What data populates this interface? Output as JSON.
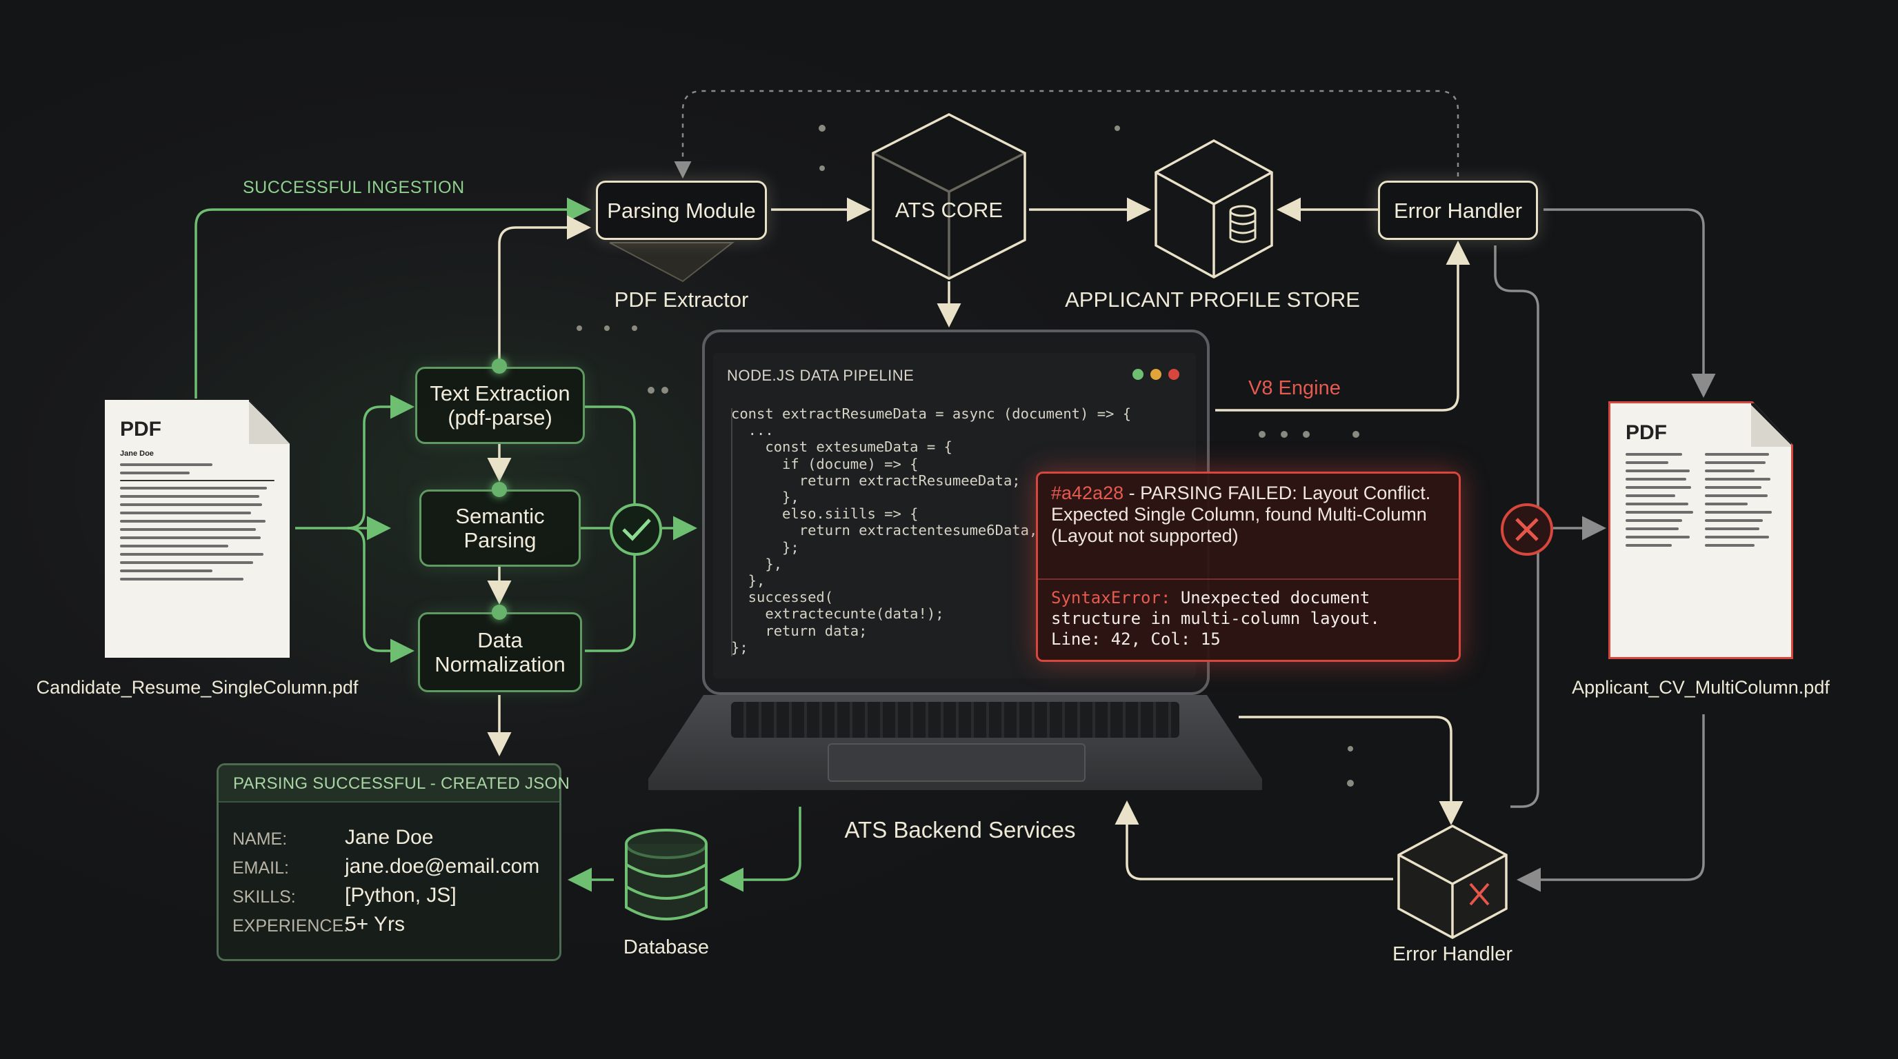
{
  "colors": {
    "success": "#6fbf73",
    "error": "#d8473d",
    "node_border": "#e9e2c8",
    "background": "#18191b"
  },
  "left_file": {
    "badge": "PDF",
    "filename": "Candidate_Resume_SingleColumn.pdf",
    "name_line": "Jane Doe"
  },
  "right_file": {
    "badge": "PDF",
    "filename": "Applicant_CV_MultiColumn.pdf"
  },
  "flow": {
    "successful_ingestion": "SUCCESSFUL INGESTION",
    "parsing_module": "Parsing Module",
    "pdf_extractor": "PDF Extractor",
    "ats_core": "ATS CORE",
    "profile_store": "APPLICANT PROFILE STORE",
    "error_handler_top": "Error Handler",
    "v8_engine": "V8 Engine",
    "text_extraction": [
      "Text Extraction",
      "(pdf-parse)"
    ],
    "semantic_parsing": [
      "Semantic",
      "Parsing"
    ],
    "data_normalization": [
      "Data",
      "Normalization"
    ],
    "backend_services": "ATS Backend Services",
    "database": "Database",
    "error_handler_bottom": "Error Handler",
    "success_icon": "check-circle-icon",
    "fail_icon": "x-circle-icon"
  },
  "terminal": {
    "title": "NODE.JS DATA PIPELINE",
    "lines": [
      "const extractResumeData = async (document) => {",
      "  ...",
      "    const extesumeData = {",
      "      if (docume) => {",
      "        return extractResumeeData;",
      "      },",
      "      elso.siills => {",
      "        return extractentesume6Data,",
      "      };",
      "    },",
      "  },",
      "  successed(",
      "    extractecunte(data!);",
      "    return data;",
      "};"
    ]
  },
  "error_popup": {
    "code": "#a42a28",
    "message": "- PARSING FAILED: Layout Conflict. Expected Single Column, found Multi-Column (Layout not supported)",
    "syntax_label": "SyntaxError:",
    "syntax_line1": " Unexpected document",
    "syntax_line2": "structure in multi-column layout.",
    "syntax_line3": "Line: 42, Col: 15"
  },
  "json_result": {
    "title": "PARSING SUCCESSFUL - CREATED JSON",
    "fields": [
      {
        "key": "NAME:",
        "value": "Jane Doe"
      },
      {
        "key": "EMAIL:",
        "value": "jane.doe@email.com"
      },
      {
        "key": "SKILLS:",
        "value": "[Python, JS]"
      },
      {
        "key": "EXPERIENCE:",
        "value": "5+ Yrs"
      }
    ]
  }
}
